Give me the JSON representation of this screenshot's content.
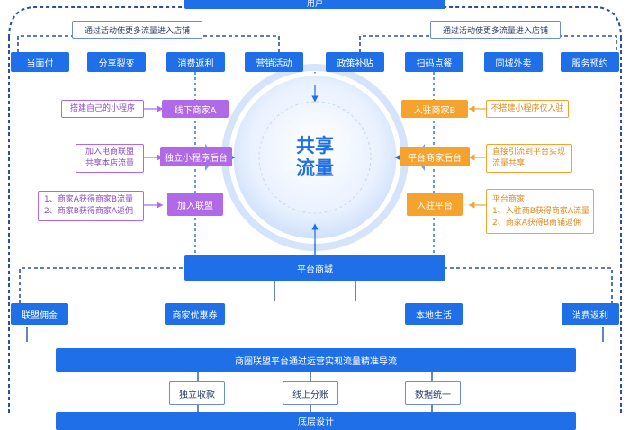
{
  "top_bar_label": "用户",
  "promo_left": "通过活动使更多流量进入店铺",
  "promo_right": "通过活动使更多流量进入店铺",
  "top_row": [
    "当面付",
    "分享裂变",
    "消费返利",
    "营销活动",
    "政策补贴",
    "扫码点餐",
    "同城外卖",
    "服务预约"
  ],
  "left_chain": {
    "merchant_a": "线下商家A",
    "mini_backend": "独立小程序后台",
    "join_alliance": "加入联盟",
    "note_build": "搭建自己的小程序",
    "note_ecom": "加入电商联盟\n共享本店流量",
    "note_flow": "1、商家A获得商家B流量\n2、商家B获得商家A返佣"
  },
  "right_chain": {
    "merchant_b": "入驻商家B",
    "platform_backend": "平台商家后台",
    "platform_join": "入驻平台",
    "note_nobuild": "不搭建小程序仅入驻",
    "note_direct": "直接引流到平台实现\n流量共享",
    "note_flow": "平台商家\n1、入驻商B获得商家A流量\n2、商家A获得B商铺返佣"
  },
  "center": {
    "line1": "共享",
    "line2": "流量"
  },
  "mall": "平台商城",
  "bottom_row": [
    "联盟佣金",
    "商家优惠券",
    "本地生活",
    "消费返利"
  ],
  "summary": "商圈联盟平台通过运营实现流量精准导流",
  "sub_row": [
    "独立收款",
    "线上分账",
    "数据统一"
  ],
  "footer": "底层设计",
  "colors": {
    "blue": "#1e6fe8",
    "purple": "#b06ae8",
    "orange": "#f5a32d",
    "dark_blue": "#2b4fa8"
  }
}
